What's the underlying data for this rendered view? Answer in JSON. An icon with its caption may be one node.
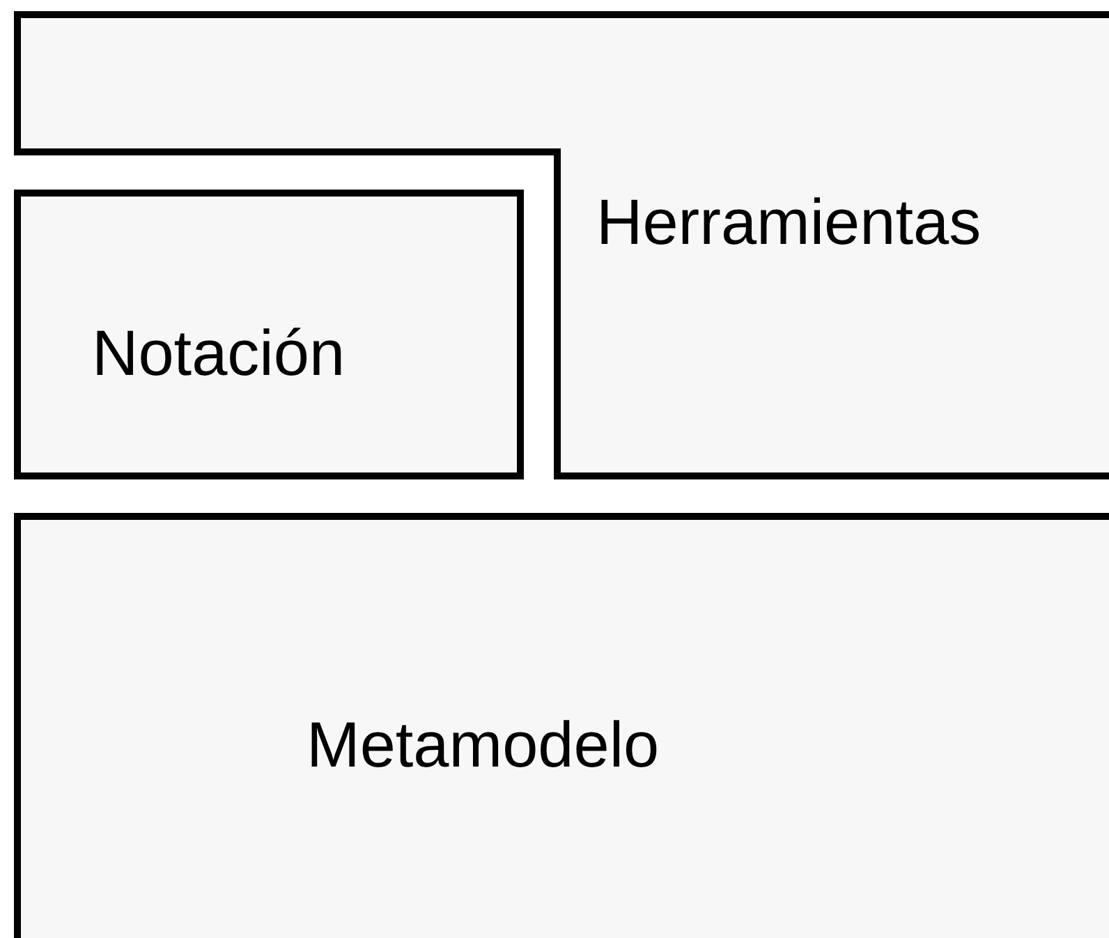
{
  "diagram": {
    "nodes": [
      {
        "text": [
          "Herramientas"
        ]
      },
      {
        "text": [
          "Notación"
        ]
      },
      {
        "text": [
          "Metamodelo"
        ]
      }
    ]
  }
}
